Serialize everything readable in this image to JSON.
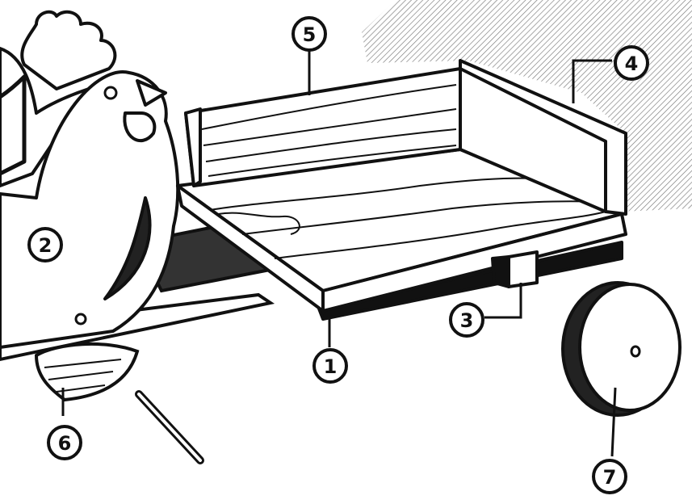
{
  "diagram": {
    "labels": [
      {
        "id": "1",
        "part": "base-board"
      },
      {
        "id": "2",
        "part": "hen-body"
      },
      {
        "id": "3",
        "part": "axle-block"
      },
      {
        "id": "4",
        "part": "end-board"
      },
      {
        "id": "5",
        "part": "side-board"
      },
      {
        "id": "6",
        "part": "hen-tail-feathers"
      },
      {
        "id": "7",
        "part": "wheel"
      }
    ],
    "colors": {
      "ink": "#111111",
      "paper": "#ffffff",
      "hatch": "#555555"
    }
  }
}
